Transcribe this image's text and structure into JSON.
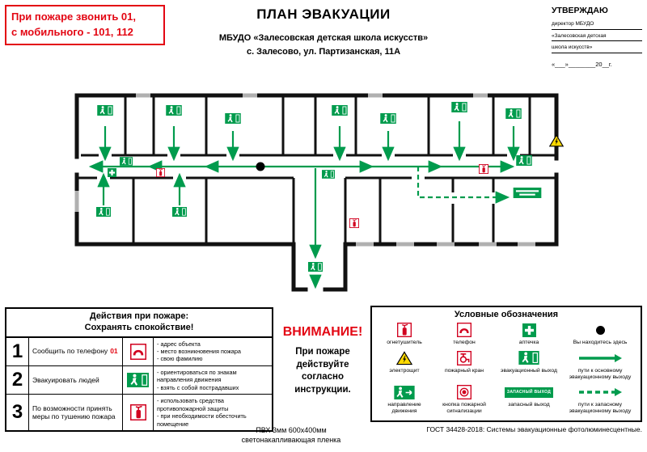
{
  "header": {
    "emergency_line1": "При пожаре звонить 01,",
    "emergency_line2": "с мобильного - 101, 112",
    "title": "ПЛАН ЭВАКУАЦИИ",
    "org": "МБУДО «Залесовская детская школа искусств»",
    "address": "с. Залесово, ул. Партизанская, 11А",
    "approve": {
      "title": "УТВЕРЖДАЮ",
      "line1": "директор МБУДО",
      "line2": "«Залесовская детская",
      "line3": "школа искусств»",
      "date": "«___»________20__г."
    }
  },
  "actions": {
    "header_line1": "Действия при пожаре:",
    "header_line2": "Сохранять спокойствие!",
    "rows": [
      {
        "num": "1",
        "action": "Сообщить по телефону",
        "action_highlight": "01",
        "icon": "phone-icon",
        "details": "- адрес объекта\n- место возникновения пожара\n- свою фамилию"
      },
      {
        "num": "2",
        "action": "Эвакуировать людей",
        "action_highlight": "",
        "icon": "evacuation-exit-icon",
        "details": "- ориентироваться по знакам направления движения\n- взять с собой пострадавших"
      },
      {
        "num": "3",
        "action": "По возможности принять меры по тушению пожара",
        "action_highlight": "",
        "icon": "fire-extinguisher-icon",
        "details": "- использовать средства противопожарной защиты\n- при необходимости обесточить помещение"
      }
    ]
  },
  "attention": {
    "title": "ВНИМАНИЕ!",
    "body": "При пожаре действуйте согласно инструкции."
  },
  "legend": {
    "title": "Условные обозначения",
    "items": [
      {
        "icon": "fire-extinguisher-icon",
        "label": "огнетушитель"
      },
      {
        "icon": "phone-icon",
        "label": "телефон"
      },
      {
        "icon": "first-aid-kit-icon",
        "label": "аптечка"
      },
      {
        "icon": "you-are-here-icon",
        "label": "Вы находитесь здесь"
      },
      {
        "icon": "electrical-panel-icon",
        "label": "электрощит"
      },
      {
        "icon": "fire-hose-icon",
        "label": "пожарный кран"
      },
      {
        "icon": "evacuation-exit-icon",
        "label": "эвакуационный выход"
      },
      {
        "icon": "main-route-arrow-icon",
        "label": "пути к основному эвакуационному выходу"
      },
      {
        "icon": "movement-direction-icon",
        "label": "направление движения"
      },
      {
        "icon": "fire-alarm-button-icon",
        "label": "кнопка пожарной сигнализации"
      },
      {
        "icon": "emergency-exit-sign-icon",
        "label": "запасный выход",
        "sign_text": "ЗАПАСНЫЙ ВЫХОД"
      },
      {
        "icon": "backup-route-arrow-icon",
        "label": "пути к запасному эвакуационному выходу"
      }
    ]
  },
  "footer": {
    "gost": "ГОСТ 34428-2018: Системы эвакуационные фотолюминесцентные.",
    "material_line1": "ПВХ 3мм 600х400мм",
    "material_line2": "светонакапливающая пленка"
  },
  "colors": {
    "safety_green": "#009b4d",
    "alert_red": "#e30613",
    "warning_yellow": "#ffd900"
  }
}
